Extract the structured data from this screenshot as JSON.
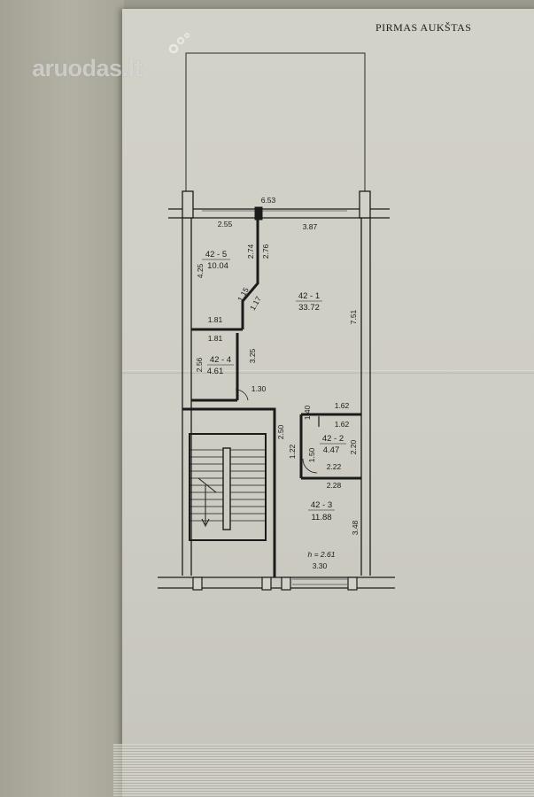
{
  "page_title": "PIRMAS AUKŠTAS",
  "watermark": "aruodas.lt",
  "colors": {
    "wall": "#1b1b1b",
    "paper": "#d0cfc5",
    "ink": "#1a1a1a"
  },
  "rooms": [
    {
      "id": "42 - 5",
      "area": "10.04"
    },
    {
      "id": "42 - 1",
      "area": "33.72"
    },
    {
      "id": "42 - 4",
      "area": "4.61"
    },
    {
      "id": "42 - 2",
      "area": "4.47"
    },
    {
      "id": "42 - 3",
      "area": "11.88"
    }
  ],
  "dimensions": {
    "top_total": "6.53",
    "top_left": "2.55",
    "top_right": "3.87",
    "r5_left": "4.25",
    "r5_inner": "2.74",
    "r1_inner": "2.76",
    "diag_a": "1.15",
    "diag_b": "1.17",
    "r5_bottom": "1.81",
    "r1_right": "7.51",
    "r4_top": "1.81",
    "r4_left": "2.56",
    "r4_right": "3.25",
    "r4_bottom": "1.30",
    "r2_top_a": "1.62",
    "r2_top_b": "1.62",
    "r2_left": "1.40",
    "r2_right": "2.20",
    "corr_a": "2.50",
    "corr_b": "1.22",
    "corr_c": "1.50",
    "r2_bottom": "2.22",
    "r3_top": "2.28",
    "r3_right": "3.48",
    "r3_bottom": "3.30",
    "height_note": "h = 2.61"
  }
}
